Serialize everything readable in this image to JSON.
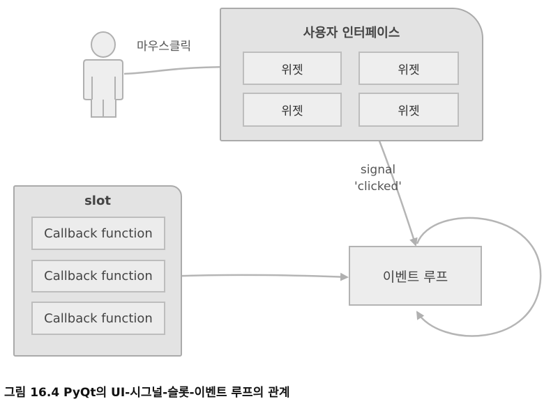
{
  "user_label": "마우스클릭",
  "ui_panel": {
    "title": "사용자 인터페이스",
    "widgets": [
      "위젯",
      "위젯",
      "위젯",
      "위젯"
    ]
  },
  "signal_label": {
    "line1": "signal",
    "line2": "'clicked'"
  },
  "slot_panel": {
    "title": "slot",
    "callbacks": [
      "Callback function",
      "Callback function",
      "Callback function"
    ]
  },
  "event_loop": "이벤트 루프",
  "caption": "그림 16.4 PyQt의 UI-시그널-슬롯-이벤트 루프의 관계",
  "colors": {
    "panel_fill": "#e3e3e3",
    "line": "#b5b5b5"
  }
}
